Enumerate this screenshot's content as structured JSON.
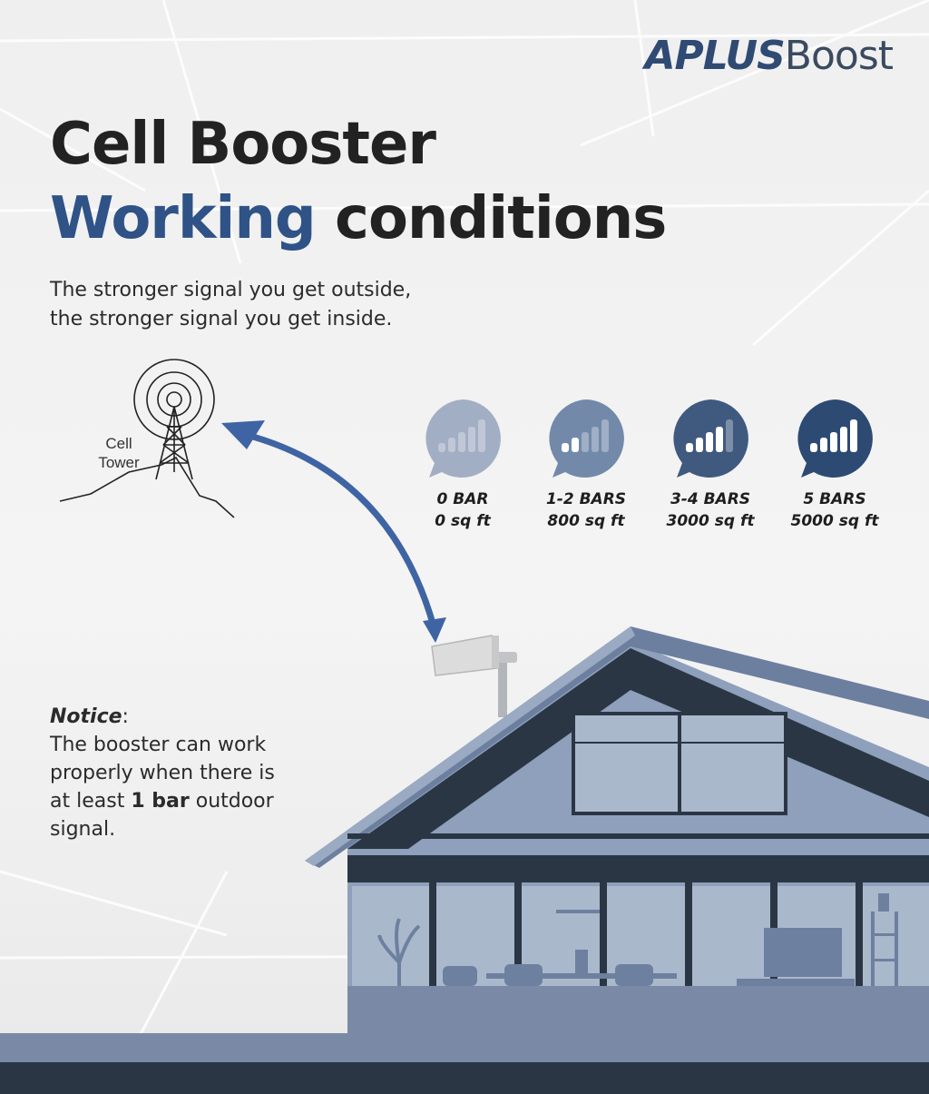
{
  "brand": {
    "name": "APLUS",
    "suffix": "Boost"
  },
  "title": {
    "line1": "Cell Booster",
    "highlight": "Working",
    "rest": " conditions"
  },
  "subtitle": {
    "line1": "The stronger signal you get outside,",
    "line2": "the stronger signal you get inside."
  },
  "tower": {
    "label_line1": "Cell",
    "label_line2": "Tower"
  },
  "signal_levels": [
    {
      "bars": "0 BAR",
      "area": "0 sq ft",
      "filled_bars": 0,
      "color": "#a2aec4"
    },
    {
      "bars": "1-2 BARS",
      "area": "800 sq ft",
      "filled_bars": 2,
      "color": "#7289aa"
    },
    {
      "bars": "3-4 BARS",
      "area": "3000 sq ft",
      "filled_bars": 4,
      "color": "#40597f"
    },
    {
      "bars": "5 BARS",
      "area": "5000 sq ft",
      "filled_bars": 5,
      "color": "#2d4a73"
    }
  ],
  "notice": {
    "heading": "Notice",
    "colon": ":",
    "line1": "The booster can work",
    "line2": "properly when there is",
    "line3_pre": "at least ",
    "line3_bold": "1 bar",
    "line3_post": " outdoor",
    "line4": "signal."
  },
  "colors": {
    "brand_blue": "#2f5287",
    "house_dark": "#2b3645",
    "house_mid": "#6d809f",
    "house_light": "#8ea0bb",
    "arrow": "#3f64a3"
  },
  "icons": [
    "cell-tower-icon",
    "signal-bubble-icon",
    "antenna-icon",
    "arrow-icon"
  ]
}
